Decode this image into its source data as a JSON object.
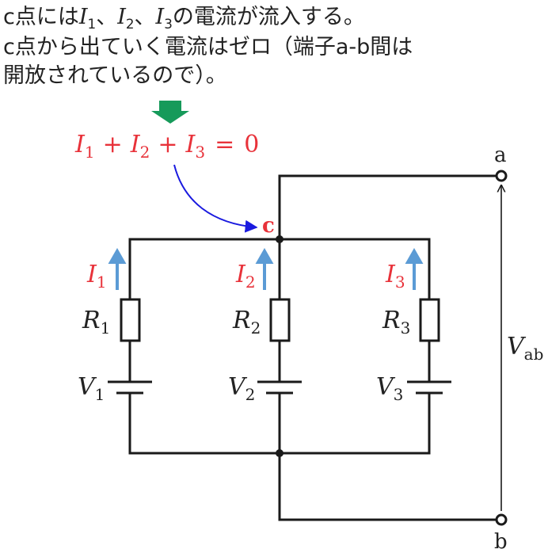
{
  "caption": {
    "line1_pre": "c点には",
    "line1_i": "I",
    "line1_s1": "1",
    "line1_sep1": "、",
    "line1_s2": "2",
    "line1_sep2": "、",
    "line1_s3": "3",
    "line1_post": "の電流が流入する。",
    "line2": "c点から出ていく電流はゼロ（端子a-b間は",
    "line3": "開放されているので）。"
  },
  "equation": {
    "i": "I",
    "s1": "1",
    "s2": "2",
    "s3": "3",
    "plus": "+",
    "eq": "=",
    "rhs": "0"
  },
  "circuit": {
    "node_a": "a",
    "node_b": "b",
    "node_c": "c",
    "current_symbol": "I",
    "resistor_symbol": "R",
    "voltage_symbol": "V",
    "branch_indices": [
      "1",
      "2",
      "3"
    ],
    "vab_main": "V",
    "vab_sub": "ab"
  },
  "colors": {
    "wire": "#1a1a1a",
    "current_label": "#e8323a",
    "current_arrow": "#5b9bd5",
    "pointer_arrow": "#1a1adf",
    "down_arrow": "#169a5a",
    "text": "#222222"
  }
}
